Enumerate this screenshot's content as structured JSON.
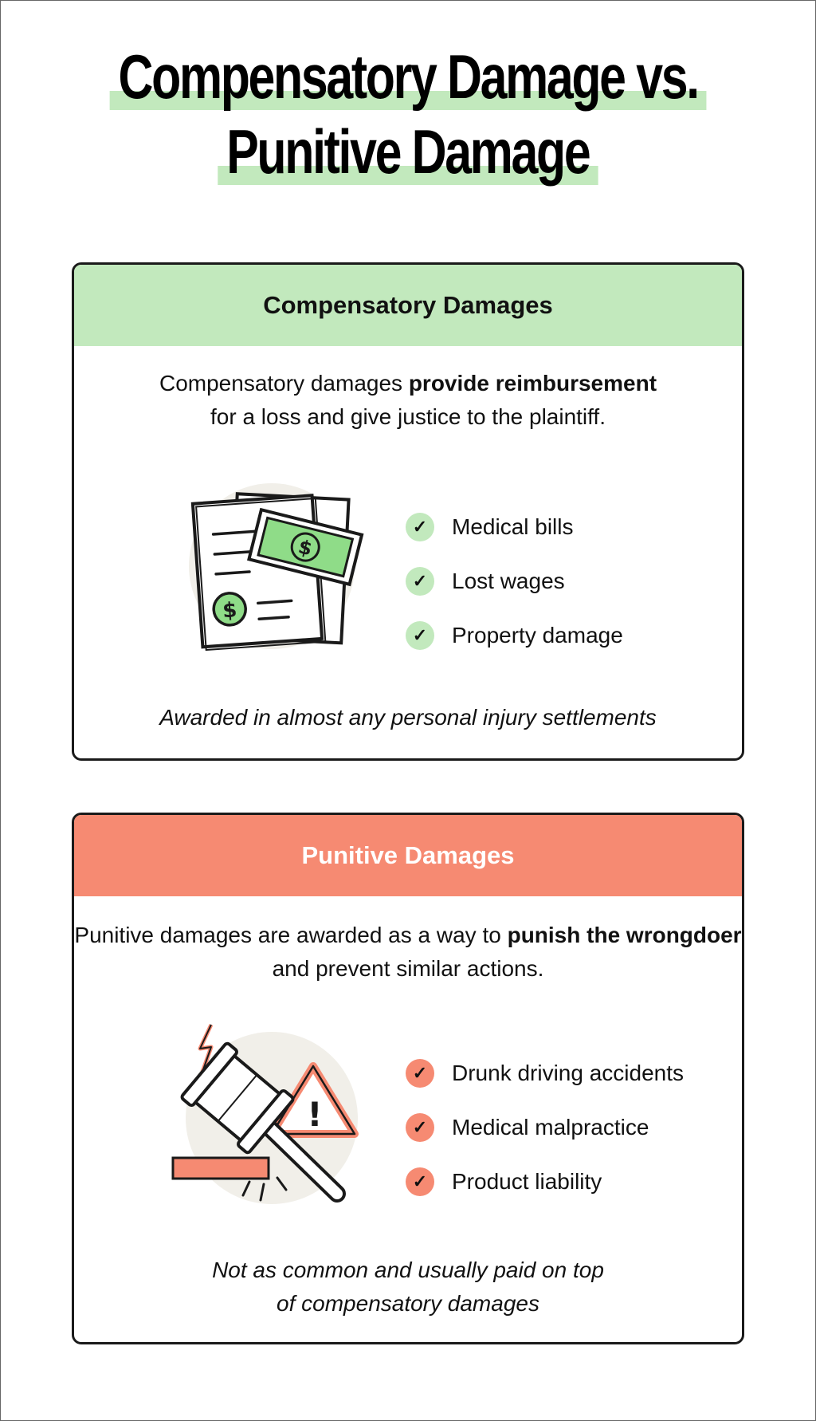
{
  "title": {
    "line1": "Compensatory Damage vs.",
    "line2": "Punitive Damage"
  },
  "colors": {
    "green": "#c2e9bd",
    "salmon": "#f68a72",
    "ink": "#111111"
  },
  "compensatory": {
    "heading": "Compensatory Damages",
    "desc_before": "Compensatory damages ",
    "desc_bold": "provide reimbursement",
    "desc_after": "for a loss and give justice to the plaintiff.",
    "icon": "documents-money-icon",
    "items": [
      {
        "label": "Medical bills",
        "icon": "check-icon"
      },
      {
        "label": "Lost wages",
        "icon": "check-icon"
      },
      {
        "label": "Property damage",
        "icon": "check-icon"
      }
    ],
    "footnote": "Awarded in almost any personal injury settlements"
  },
  "punitive": {
    "heading": "Punitive Damages",
    "desc_before": "Punitive damages are awarded as a way to ",
    "desc_bold": "punish the wrongdoer",
    "desc_after": " and prevent similar actions.",
    "icon": "gavel-warning-icon",
    "items": [
      {
        "label": "Drunk driving accidents",
        "icon": "check-icon"
      },
      {
        "label": "Medical malpractice",
        "icon": "check-icon"
      },
      {
        "label": "Product liability",
        "icon": "check-icon"
      }
    ],
    "footnote_line1": "Not as common and usually paid on top",
    "footnote_line2": "of compensatory damages"
  }
}
